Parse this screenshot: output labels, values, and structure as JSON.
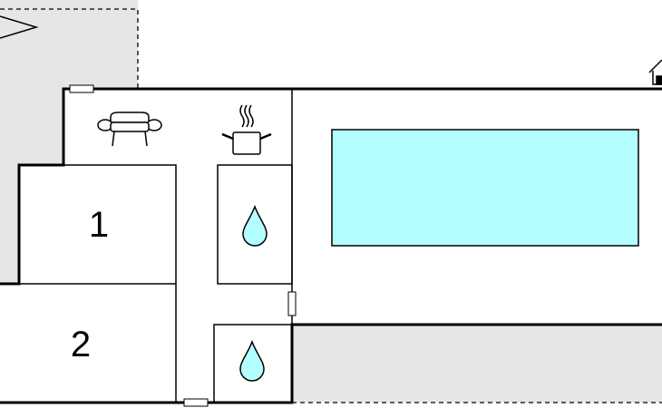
{
  "rooms": [
    {
      "id": "bedroom-1",
      "label": "1"
    },
    {
      "id": "bedroom-2",
      "label": "2"
    }
  ],
  "icons": {
    "living": "sofa-icon",
    "kitchen": "cooking-pot-icon",
    "bathroom": "water-drop-icon",
    "parking": "garage-icon",
    "terrace": "parasol-icon"
  },
  "colors": {
    "pool": "#B3FFFF",
    "outdoor": "#E6E6E6",
    "wall": "#000000",
    "drop": "#B3FFFF"
  }
}
